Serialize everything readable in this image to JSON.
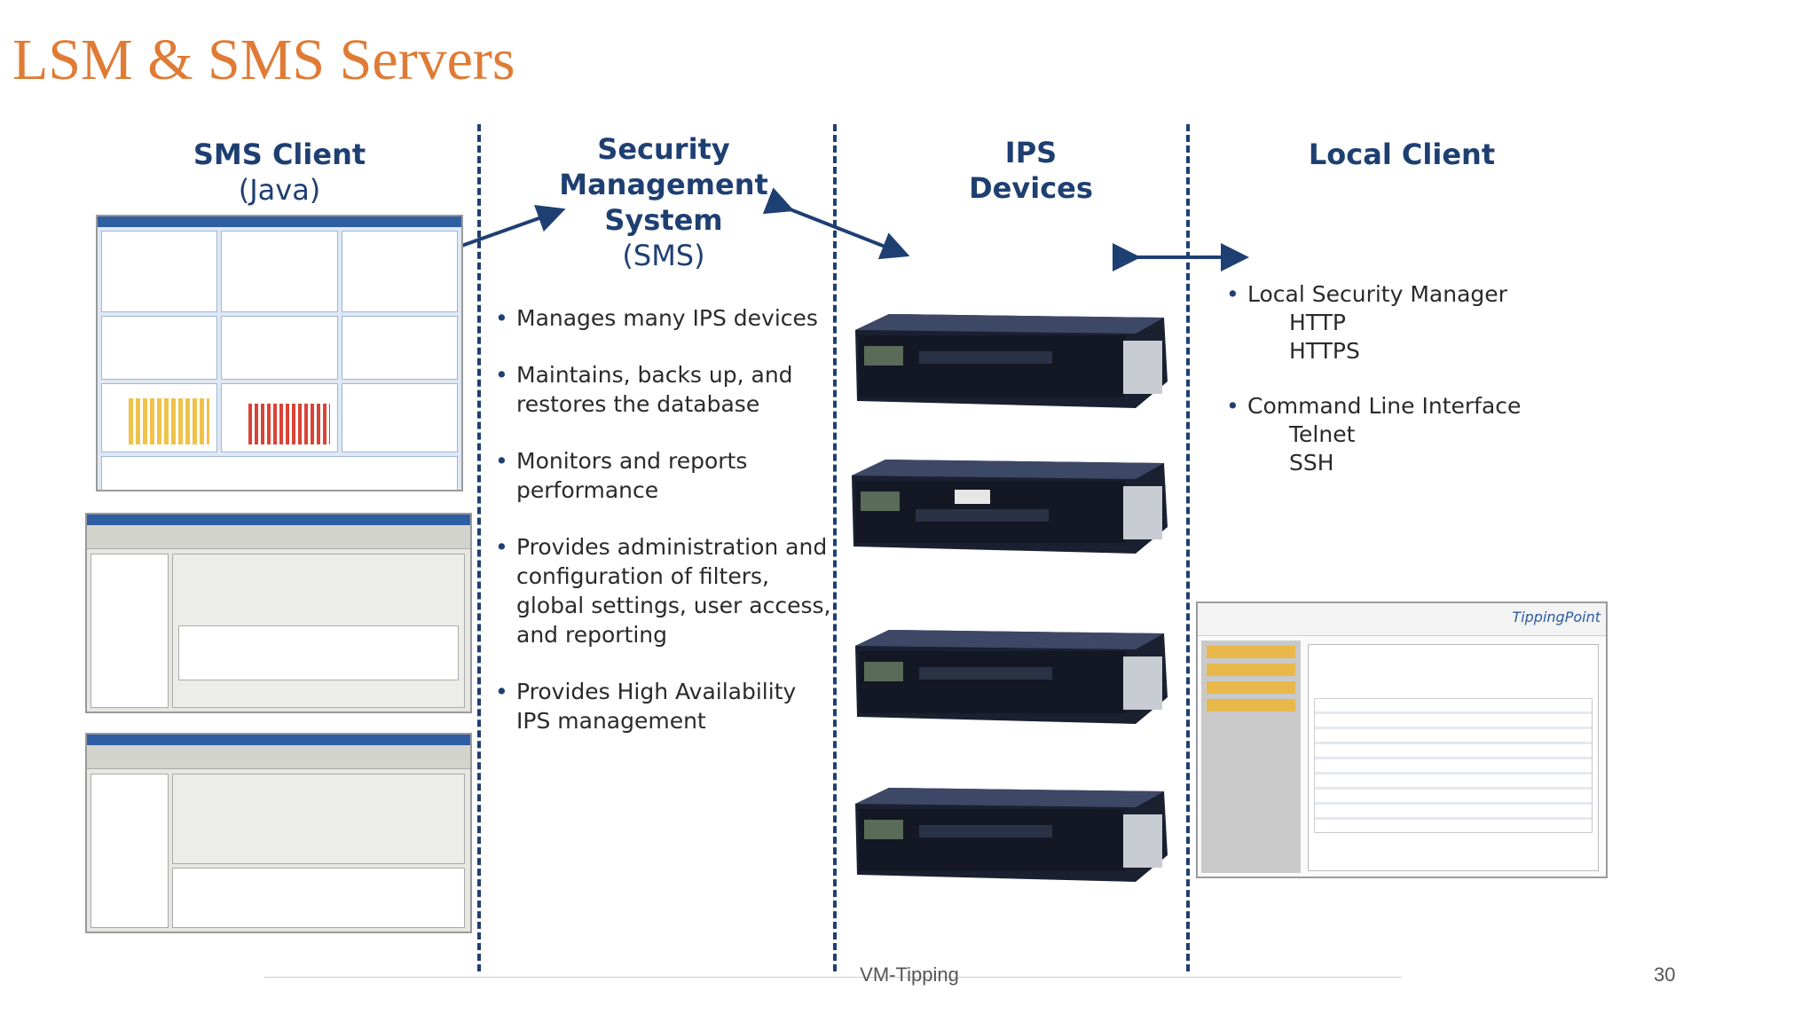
{
  "slide": {
    "title": "LSM & SMS Servers",
    "footer": "VM-Tipping",
    "page_number": "30"
  },
  "columns": {
    "sms_client": {
      "title": "SMS Client",
      "subtitle": "(Java)"
    },
    "sms": {
      "title_lines": [
        "Security",
        "Management",
        "System"
      ],
      "subtitle": "(SMS)"
    },
    "ips": {
      "title_lines": [
        "IPS",
        "Devices"
      ]
    },
    "local_client": {
      "title": "Local Client"
    }
  },
  "sms_bullets": [
    "Manages many IPS devices",
    "Maintains, backs up, and restores the database",
    "Monitors and reports performance",
    "Provides administration and configuration of filters, global settings, user access, and reporting",
    "Provides High Availability IPS management"
  ],
  "local_bullets": [
    {
      "label": "Local Security Manager",
      "items": [
        "HTTP",
        "HTTPS"
      ]
    },
    {
      "label": "Command Line Interface",
      "items": [
        "Telnet",
        "SSH"
      ]
    }
  ],
  "lsm_screenshot": {
    "brand": "TippingPoint"
  },
  "colors": {
    "title": "#e07b35",
    "heading": "#1e3f72",
    "arrow": "#1e3f72"
  }
}
